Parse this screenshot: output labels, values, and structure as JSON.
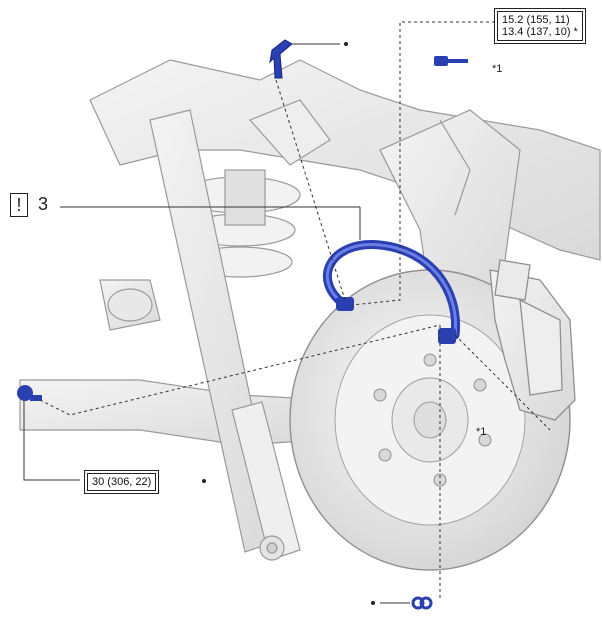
{
  "torque": {
    "upper_line1": "15.2 (155, 11)",
    "upper_line2": "13.4 (137, 10) *",
    "lower": "30 (306, 22)"
  },
  "callouts": {
    "warning_symbol": "!",
    "part_number": "3",
    "note_mark_top": "*1",
    "note_mark_hub": "*1"
  },
  "colors": {
    "highlight_part": "#2a3fb0",
    "outline": "#9a9a9a",
    "shade": "#e6e6e6",
    "leader": "#333333"
  }
}
